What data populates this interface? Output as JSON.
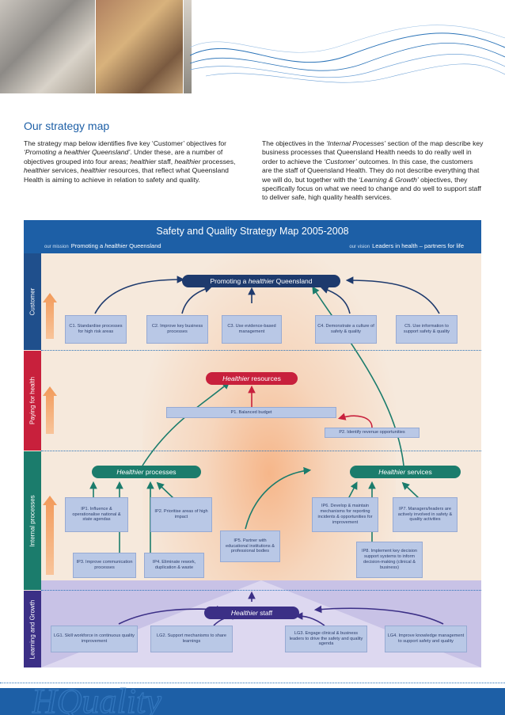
{
  "intro": {
    "title": "Our strategy map",
    "left_paragraph": [
      {
        "t": "The strategy map below identifies five key ‘Customer’ objectives for "
      },
      {
        "t": "‘Promoting a healthier Queensland’",
        "i": true
      },
      {
        "t": ". Under these, are a number of objectives grouped into four areas; "
      },
      {
        "t": "healthier",
        "i": true
      },
      {
        "t": " staff, "
      },
      {
        "t": "healthier",
        "i": true
      },
      {
        "t": " processes, "
      },
      {
        "t": "healthier",
        "i": true
      },
      {
        "t": " services, "
      },
      {
        "t": "healthier",
        "i": true
      },
      {
        "t": " resources, that reflect what Queensland Health is aiming to achieve in relation to safety and quality."
      }
    ],
    "right_paragraph": [
      {
        "t": "The objectives in the "
      },
      {
        "t": "‘Internal Processes’",
        "i": true
      },
      {
        "t": " section of the map describe key business processes that Queensland Health needs to do really well in order to achieve the "
      },
      {
        "t": "‘Customer’",
        "i": true
      },
      {
        "t": " outcomes. In this case, the customers are the staff of Queensland Health. They do not describe everything that we will do, but together with the "
      },
      {
        "t": "‘Learning & Growth’",
        "i": true
      },
      {
        "t": " objectives, they specifically focus on what we need to change and do well to support staff to deliver safe, high quality health services."
      }
    ]
  },
  "map": {
    "title": "Safety and Quality Strategy Map 2005-2008",
    "mission_label": "our mission",
    "mission_pre": "Promoting a ",
    "mission_italic": "healthier",
    "mission_post": " Queensland",
    "vision_label": "our vision",
    "vision_text": "Leaders in health – partners for life",
    "bands": {
      "customer": "Customer",
      "paying": "Paying for health",
      "internal": "Internal processes",
      "learning": "Learning and Growth"
    },
    "pills": {
      "promoting_pre": "Promoting a ",
      "promoting_italic": "healthier",
      "promoting_post": " Queensland",
      "resources_italic": "Healthier",
      "resources_post": " resources",
      "processes_italic": "Healthier",
      "processes_post": " processes",
      "services_italic": "Healthier",
      "services_post": " services",
      "staff_italic": "Healthier",
      "staff_post": " staff"
    },
    "boxes": {
      "c1": "C1. Standardise processes for high risk areas",
      "c2": "C2. Improve key business processes",
      "c3": "C3. Use evidence-based management",
      "c4": "C4. Demonstrate a culture of safety & quality",
      "c5": "C5. Use information to support safety & quality",
      "p1": "P1. Balanced budget",
      "p2": "P2. Identify revenue opportunities",
      "ip1": "IP1. Influence & operationalise national & state agendas",
      "ip2": "IP2. Prioritise areas of high impact",
      "ip3": "IP3. Improve communication processes",
      "ip4": "IP4. Eliminate rework, duplication & waste",
      "ip5": "IP5. Partner with educational institutions & professional bodies",
      "ip6": "IP6. Develop & maintain mechanisms for reporting incidents & opportunities for improvement",
      "ip7": "IP7. Managers/leaders are actively involved in safety & quality activities",
      "ip8": "IP8. Implement key decision support systems to inform decision-making (clinical & business)",
      "lg1": "LG1. Skill workforce in continuous quality improvement",
      "lg2": "LG2. Support mechanisms to share learnings",
      "lg3": "LG3. Engage clinical & business leaders to drive the safety and quality agenda",
      "lg4": "LG4. Improve knowledge management to support safety and quality"
    }
  },
  "colors": {
    "brand_blue": "#1d5fa6",
    "customer_band": "#1f4f8c",
    "paying_band": "#c8203c",
    "internal_band": "#1b7c6c",
    "learning_band": "#3b2f86",
    "box_fill": "#b9c8e6"
  }
}
